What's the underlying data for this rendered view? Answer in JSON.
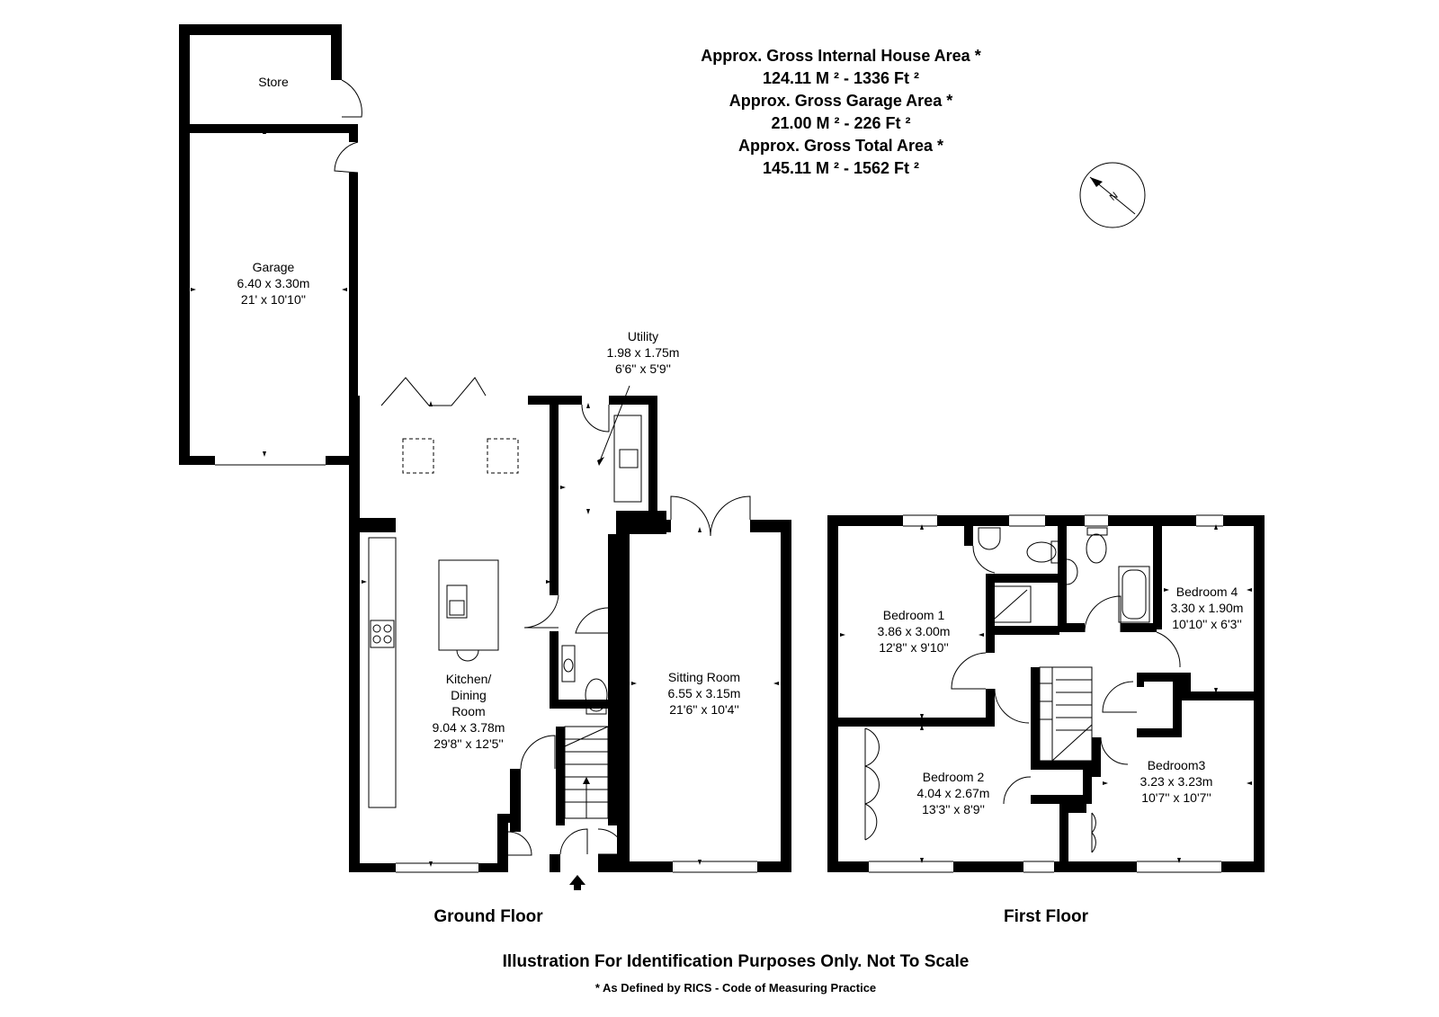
{
  "area": {
    "house_title": "Approx. Gross Internal House Area *",
    "house_value": "124.11 M ² - 1336 Ft ²",
    "garage_title": "Approx. Gross Garage Area *",
    "garage_value": "21.00 M ² - 226 Ft ²",
    "total_title": "Approx. Gross Total Area *",
    "total_value": "145.11 M ² - 1562 Ft ²"
  },
  "compass": {
    "letter": "N",
    "icon": "north-arrow-icon"
  },
  "rooms": {
    "store": {
      "name": "Store"
    },
    "garage": {
      "name": "Garage",
      "metric": "6.40 x 3.30m",
      "imperial": "21' x 10'10''"
    },
    "utility": {
      "name": "Utility",
      "metric": "1.98 x 1.75m",
      "imperial": "6'6'' x 5'9''"
    },
    "kitchen": {
      "name_1": "Kitchen/",
      "name_2": "Dining",
      "name_3": "Room",
      "metric": "9.04 x 3.78m",
      "imperial": "29'8'' x 12'5''"
    },
    "sitting": {
      "name": "Sitting Room",
      "metric": "6.55 x 3.15m",
      "imperial": "21'6'' x 10'4''"
    },
    "bedroom1": {
      "name": "Bedroom 1",
      "metric": "3.86 x 3.00m",
      "imperial": "12'8'' x 9'10''"
    },
    "bedroom2": {
      "name": "Bedroom 2",
      "metric": "4.04 x 2.67m",
      "imperial": "13'3'' x 8'9''"
    },
    "bedroom3": {
      "name": "Bedroom3",
      "metric": "3.23 x 3.23m",
      "imperial": "10'7'' x 10'7''"
    },
    "bedroom4": {
      "name": "Bedroom 4",
      "metric": "3.30 x 1.90m",
      "imperial": "10'10'' x 6'3''"
    }
  },
  "floors": {
    "ground": "Ground Floor",
    "first": "First Floor"
  },
  "footer": {
    "disclaimer": "Illustration For Identification Purposes Only. Not To Scale",
    "footnote": "* As Defined by RICS - Code of Measuring Practice"
  }
}
